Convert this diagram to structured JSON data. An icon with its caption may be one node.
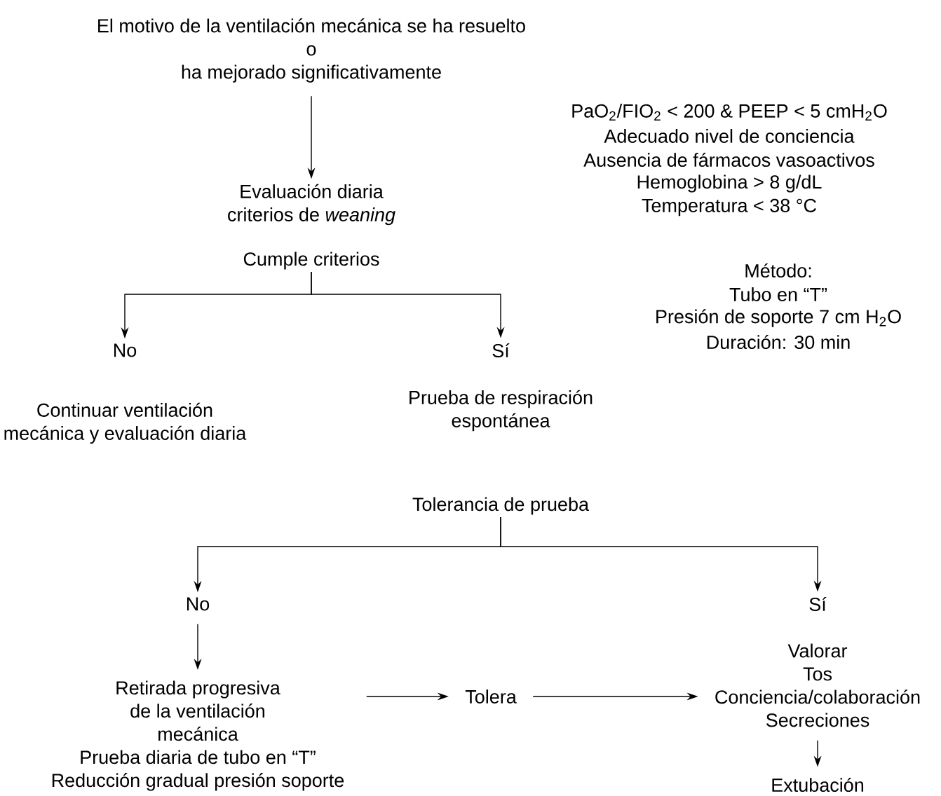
{
  "diagram": {
    "nodes": [
      {
        "text": [
          "El motivo de la ventilación mecánica se ha resuelto",
          "o",
          "ha mejorado significativamente"
        ]
      },
      {
        "text": [
          "Evaluación diaria criterios de *weaning*"
        ]
      },
      {
        "text": [
          "Cumple criterios"
        ]
      },
      {
        "text": [
          "No"
        ]
      },
      {
        "text": [
          "Sí"
        ]
      },
      {
        "text": [
          "Tolerancia de prueba"
        ]
      },
      {
        "text": [
          "No"
        ]
      },
      {
        "text": [
          "Sí"
        ]
      },
      {
        "text": [
          "Retirada progresiva de la ventilación mecánica",
          "Prueba diaria de tubo en “T”",
          "Reducción gradual presión soporte"
        ]
      },
      {
        "text": [
          "Tolera"
        ]
      },
      {
        "text": [
          "Valorar",
          "Tos",
          "Conciencia/colaboración",
          "Secreciones"
        ]
      },
      {
        "text": [
          "Extubación"
        ]
      }
    ],
    "edges": [
      {
        "from": 0,
        "to": 1,
        "arrow": "to"
      },
      {
        "from": 2,
        "to": 3,
        "arrow": "to"
      },
      {
        "from": 2,
        "to": 4,
        "arrow": "to"
      },
      {
        "from": 5,
        "to": 6,
        "arrow": "to"
      },
      {
        "from": 5,
        "to": 7,
        "arrow": "to"
      },
      {
        "from": 6,
        "to": 8,
        "arrow": "to"
      },
      {
        "from": 8,
        "to": 9,
        "arrow": "to"
      },
      {
        "from": 9,
        "to": 10,
        "arrow": "to"
      },
      {
        "from": 10,
        "to": 11,
        "arrow": "to"
      }
    ],
    "labels": [
      "PaO$_{2}$/FIO$_{2}$ < 200 & PEEP < 5 cmH$_{2}$O",
      "Adecuado nivel de conciencia",
      "Ausencia de fármacos vasoactivos",
      "Hemoglobina > 8 g/dL",
      "Temperatura < 38 °C",
      "Método:",
      "Tubo en “T”",
      "Presión de soporte 7 cm H$_{2}$O",
      "Duración: 30 min",
      "Continuar ventilación mecánica y evaluación diaria",
      "Prueba de respiración espontánea"
    ]
  }
}
